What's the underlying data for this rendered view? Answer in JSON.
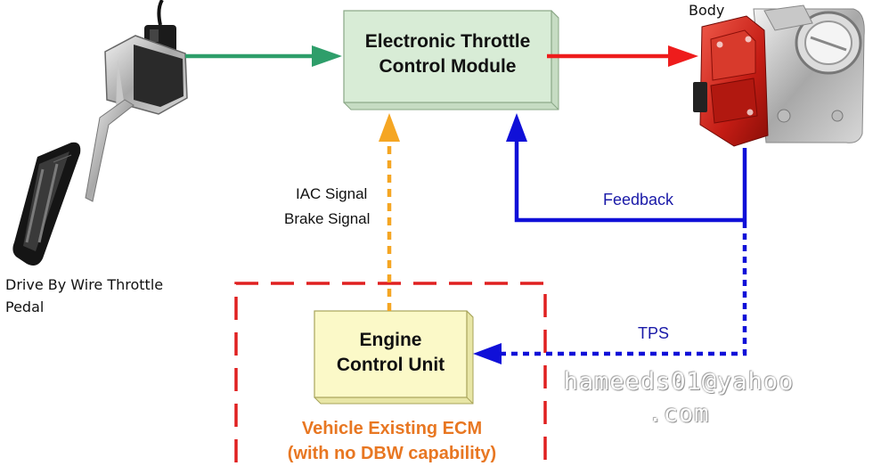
{
  "labels": {
    "throttle_body": "Body",
    "pedal_line1": "Drive By Wire Throttle",
    "pedal_line2": "Pedal",
    "iac_signal": "IAC Signal",
    "brake_signal": "Brake Signal",
    "feedback": "Feedback",
    "tps": "TPS"
  },
  "etc_module": {
    "line1": "Electronic Throttle",
    "line2": "Control Module"
  },
  "ecu": {
    "line1": "Engine",
    "line2": "Control Unit"
  },
  "vehicle_ecm": {
    "line1": "Vehicle Existing ECM",
    "line2": "(with no DBW capability)"
  },
  "watermark": {
    "line1": "hameeds01@yahoo",
    "line2": ".com"
  },
  "colors": {
    "green_arrow": "#2e9e6a",
    "red_arrow": "#ee1c1c",
    "blue_arrow": "#1010d8",
    "orange_arrow": "#f5a623",
    "ecm_border": "#e02020",
    "etc_fill": "#d8ecd6",
    "ecu_fill": "#fbf9c8",
    "ecm_text": "#e87722"
  },
  "icons": {
    "pedal": "accelerator-pedal-icon",
    "throttle": "throttle-body-icon"
  }
}
